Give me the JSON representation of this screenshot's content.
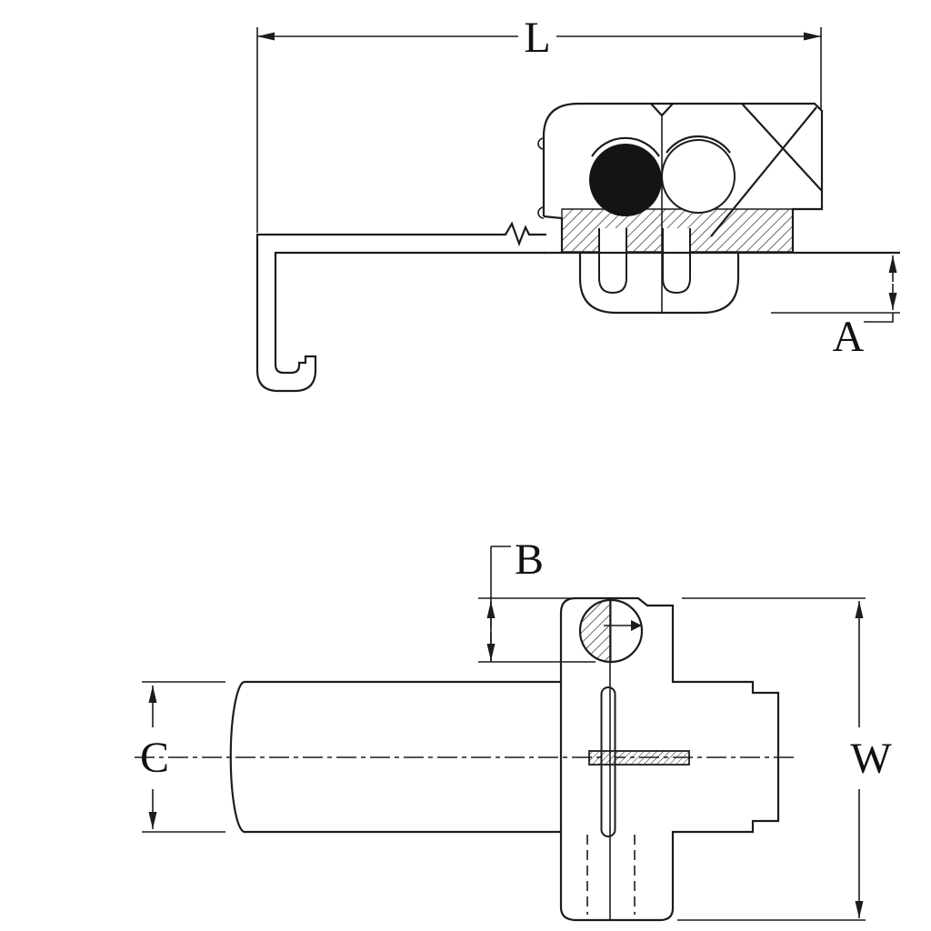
{
  "page": {
    "background": "#ffffff"
  },
  "drawing": {
    "stroke_color": "#1c1c1c",
    "labels": {
      "L": "L",
      "A": "A",
      "B": "B",
      "C": "C",
      "W": "W"
    }
  }
}
